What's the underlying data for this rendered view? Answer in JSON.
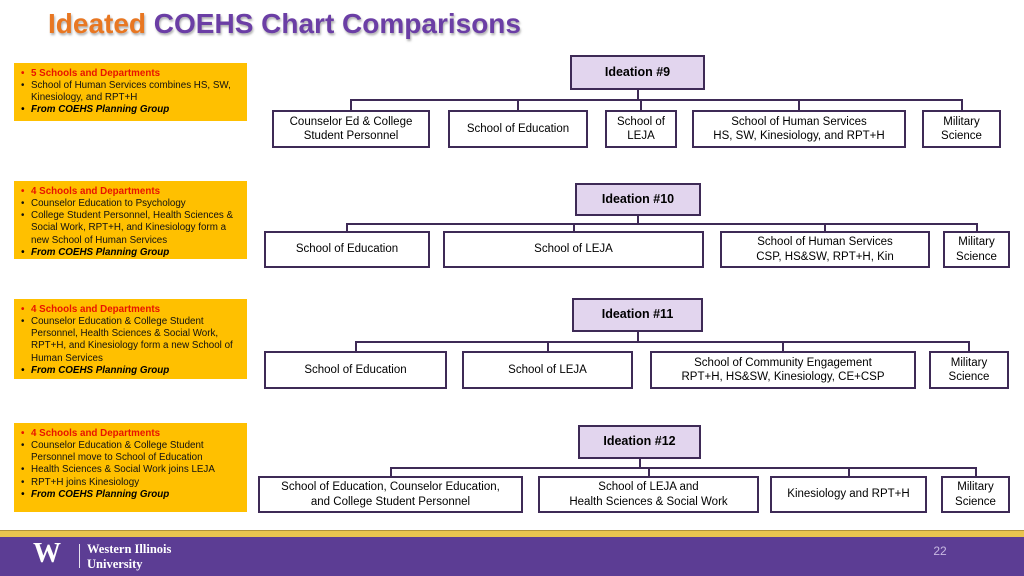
{
  "title": {
    "highlight": "Ideated",
    "rest": " COEHS Chart Comparisons"
  },
  "callouts": [
    {
      "items": [
        {
          "text": "5 Schools and Departments",
          "style": "red"
        },
        {
          "text": "School of Human Services combines HS, SW, Kinesiology, and RPT+H",
          "style": "normal"
        },
        {
          "text": "From COEHS Planning Group",
          "style": "emphasis"
        }
      ]
    },
    {
      "items": [
        {
          "text": "4 Schools and Departments",
          "style": "red"
        },
        {
          "text": "Counselor Education to Psychology",
          "style": "normal"
        },
        {
          "text": "College Student Personnel, Health Sciences & Social Work, RPT+H, and Kinesiology form a new School of Human Services",
          "style": "normal"
        },
        {
          "text": "From COEHS Planning Group",
          "style": "emphasis"
        }
      ]
    },
    {
      "items": [
        {
          "text": "4 Schools and Departments",
          "style": "red"
        },
        {
          "text": "Counselor Education & College Student Personnel, Health Sciences & Social Work, RPT+H, and Kinesiology form a new School of Human Services",
          "style": "normal"
        },
        {
          "text": "From COEHS Planning Group",
          "style": "emphasis"
        }
      ]
    },
    {
      "items": [
        {
          "text": "4 Schools and Departments",
          "style": "red"
        },
        {
          "text": "Counselor Education & College Student Personnel move to School of Education",
          "style": "normal"
        },
        {
          "text": "Health Sciences & Social Work joins LEJA",
          "style": "normal"
        },
        {
          "text": "RPT+H joins Kinesiology",
          "style": "normal"
        },
        {
          "text": "From COEHS Planning Group",
          "style": "emphasis"
        }
      ]
    }
  ],
  "charts": [
    {
      "root": "Ideation #9",
      "children": [
        {
          "lines": [
            "Counselor Ed & College",
            "Student Personnel"
          ]
        },
        {
          "lines": [
            "School of Education"
          ]
        },
        {
          "lines": [
            "School of",
            "LEJA"
          ]
        },
        {
          "lines": [
            "School of Human Services",
            "HS, SW, Kinesiology, and RPT+H"
          ]
        },
        {
          "lines": [
            "Military",
            "Science"
          ]
        }
      ]
    },
    {
      "root": "Ideation #10",
      "children": [
        {
          "lines": [
            "School of Education"
          ]
        },
        {
          "lines": [
            "School of LEJA"
          ]
        },
        {
          "lines": [
            "School of Human Services",
            "CSP, HS&SW, RPT+H, Kin"
          ]
        },
        {
          "lines": [
            "Military",
            "Science"
          ]
        }
      ]
    },
    {
      "root": "Ideation #11",
      "children": [
        {
          "lines": [
            "School of Education"
          ]
        },
        {
          "lines": [
            "School of LEJA"
          ]
        },
        {
          "lines": [
            "School of Community Engagement",
            "RPT+H, HS&SW, Kinesiology, CE+CSP"
          ]
        },
        {
          "lines": [
            "Military",
            "Science"
          ]
        }
      ]
    },
    {
      "root": "Ideation #12",
      "children": [
        {
          "lines": [
            "School of Education, Counselor Education,",
            "and College Student Personnel"
          ]
        },
        {
          "lines": [
            "School of LEJA and",
            "Health Sciences & Social Work"
          ]
        },
        {
          "lines": [
            "Kinesiology and RPT+H"
          ]
        },
        {
          "lines": [
            "Military",
            "Science"
          ]
        }
      ]
    }
  ],
  "footer": {
    "logo_text": "W",
    "org_line1": "Western Illinois",
    "org_line2": "University",
    "page_number": "22"
  },
  "colors": {
    "title_orange": "#E87722",
    "title_purple": "#6B3EA5",
    "callout_bg": "#FFC000",
    "callout_red": "#E81300",
    "box_border": "#3E2A56",
    "root_fill": "#E2D5EE",
    "footer_purple": "#5C3D94",
    "footer_gold": "#E9C44F"
  }
}
